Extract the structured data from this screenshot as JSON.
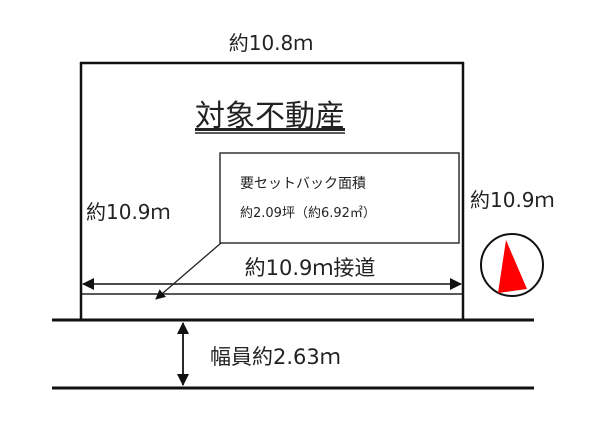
{
  "top_width": "約10.8ｍ",
  "property_label": "対象不動産",
  "left_depth": "約10.9ｍ",
  "right_depth": "約10.9ｍ",
  "frontage": "約10.9ｍ接道",
  "road_width": "幅員約2.63ｍ",
  "setback_box": {
    "line1": "要セットバック面積",
    "line2": "約2.09坪（約6.92㎡）"
  },
  "compass_color": "#ff0000"
}
